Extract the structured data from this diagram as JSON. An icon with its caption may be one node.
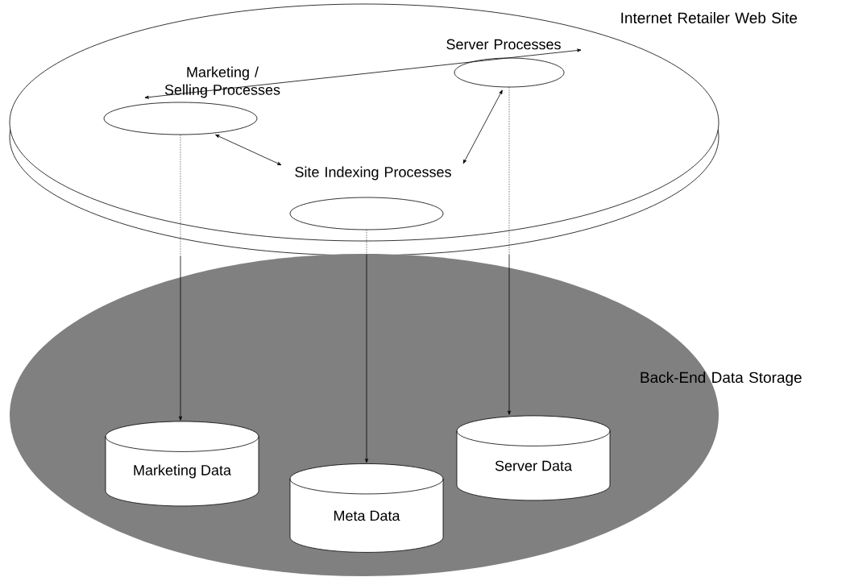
{
  "diagram": {
    "nodes": [
      {
        "text": [
          "Internet Retailer Web Site"
        ]
      },
      {
        "text": [
          "Marketing / Selling Processes"
        ],
        "in": 0
      },
      {
        "text": [
          "Server Processes"
        ],
        "in": 0
      },
      {
        "text": [
          "Site Indexing Processes"
        ],
        "in": 0
      },
      {
        "text": [
          "Back-End Data Storage"
        ]
      },
      {
        "text": [
          "Marketing Data"
        ],
        "in": 4
      },
      {
        "text": [
          "Meta Data"
        ],
        "in": 4
      },
      {
        "text": [
          "Server Data"
        ],
        "in": 4
      }
    ],
    "edges": [
      {
        "from": 1,
        "to": 2,
        "arrow": "both"
      },
      {
        "from": 1,
        "to": 3,
        "arrow": "both"
      },
      {
        "from": 2,
        "to": 3,
        "arrow": "both"
      },
      {
        "from": 1,
        "to": 5,
        "arrow": "to",
        "style": "dashed"
      },
      {
        "from": 3,
        "to": 6,
        "arrow": "to",
        "style": "dashed"
      },
      {
        "from": 2,
        "to": 7,
        "arrow": "to",
        "style": "dashed"
      }
    ]
  }
}
